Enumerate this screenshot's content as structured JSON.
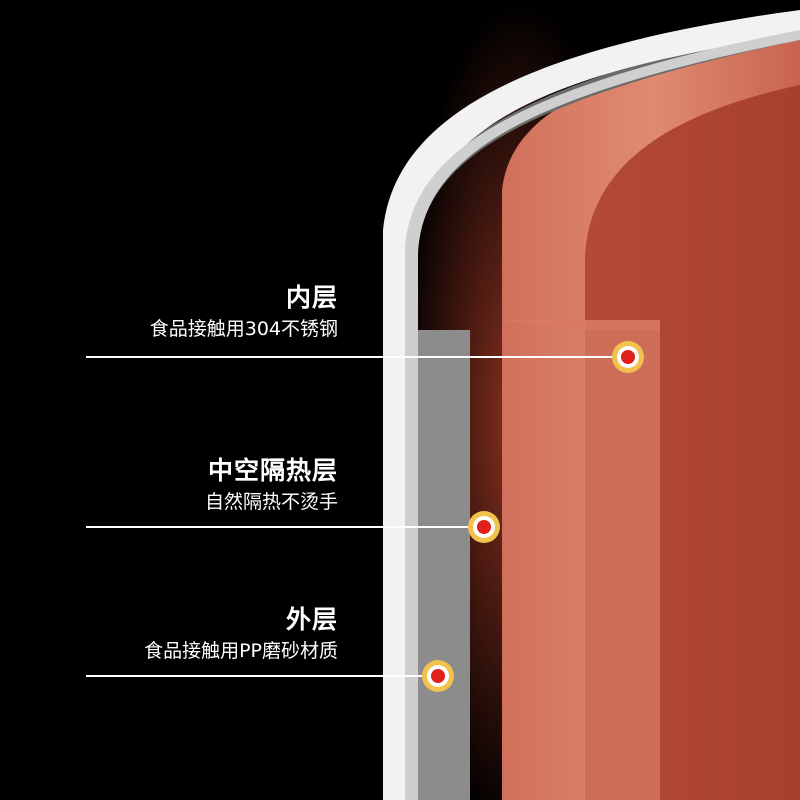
{
  "layers": {
    "inner": {
      "title": "内层",
      "desc": "食品接触用304不锈钢"
    },
    "middle": {
      "title": "中空隔热层",
      "desc": "自然隔热不烫手"
    },
    "outer": {
      "title": "外层",
      "desc": "食品接触用PP磨砂材质"
    }
  },
  "colors": {
    "background": "#000000",
    "outer_shell": "#eeeeee",
    "insulation_gap": "#8a8a8a",
    "inner_liner": "#c9604a",
    "marker_ring": "#f2c14e",
    "marker_dot": "#e0201a"
  }
}
